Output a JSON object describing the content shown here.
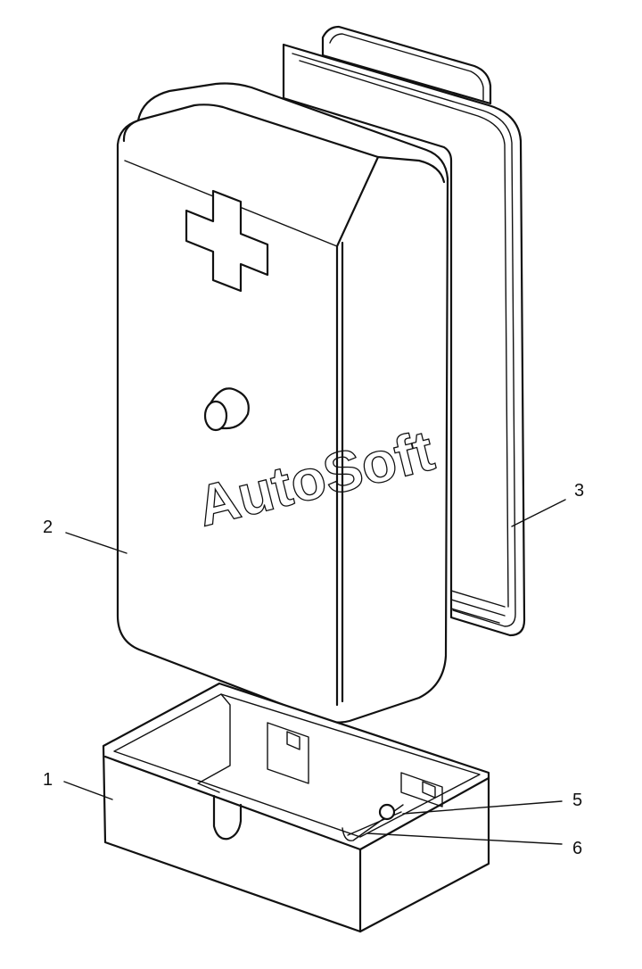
{
  "watermark": "AutoSoft",
  "callouts": [
    {
      "id": "1",
      "text": "1"
    },
    {
      "id": "2",
      "text": "2"
    },
    {
      "id": "3",
      "text": "3"
    },
    {
      "id": "5",
      "text": "5"
    },
    {
      "id": "6",
      "text": "6"
    }
  ],
  "colors": {
    "ink": "#111111",
    "background": "#ffffff"
  },
  "icons": [
    "first-aid-cross-icon",
    "latch-button-icon"
  ]
}
